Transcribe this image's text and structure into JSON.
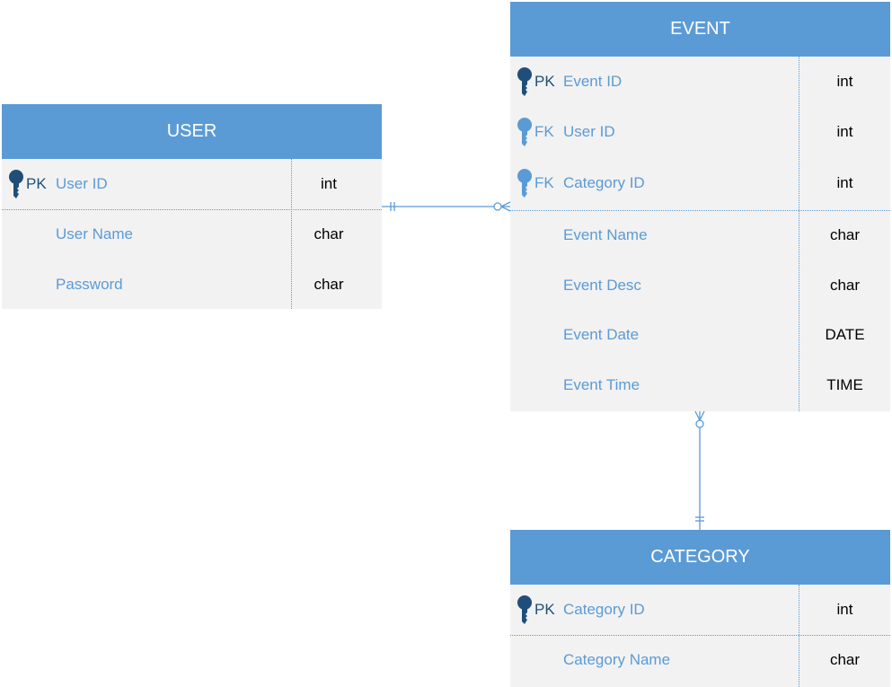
{
  "entities": {
    "user": {
      "title": "USER",
      "fields": [
        {
          "key": "PK",
          "name": "User ID",
          "type": "int"
        },
        {
          "key": "",
          "name": "User Name",
          "type": "char"
        },
        {
          "key": "",
          "name": "Password",
          "type": "char"
        }
      ]
    },
    "event": {
      "title": "EVENT",
      "fields": [
        {
          "key": "PK",
          "name": "Event ID",
          "type": "int"
        },
        {
          "key": "FK",
          "name": "User ID",
          "type": "int"
        },
        {
          "key": "FK",
          "name": "Category ID",
          "type": "int"
        },
        {
          "key": "",
          "name": "Event Name",
          "type": "char"
        },
        {
          "key": "",
          "name": "Event Desc",
          "type": "char"
        },
        {
          "key": "",
          "name": "Event Date",
          "type": "DATE"
        },
        {
          "key": "",
          "name": "Event Time",
          "type": "TIME"
        }
      ]
    },
    "category": {
      "title": "CATEGORY",
      "fields": [
        {
          "key": "PK",
          "name": "Category ID",
          "type": "int"
        },
        {
          "key": "",
          "name": "Category Name",
          "type": "char"
        }
      ]
    }
  },
  "relationships": [
    {
      "from": "USER",
      "to": "EVENT",
      "from_cardinality": "one-and-only-one",
      "to_cardinality": "zero-or-many"
    },
    {
      "from": "CATEGORY",
      "to": "EVENT",
      "from_cardinality": "one-and-only-one",
      "to_cardinality": "zero-or-many"
    }
  ],
  "colors": {
    "header": "#5b9bd5",
    "body": "#f2f2f2",
    "pk_icon": "#1f4e79",
    "fk_icon": "#5b9bd5",
    "field_text": "#5b9bd5"
  },
  "icons": {
    "pk": "key-icon",
    "fk": "key-icon"
  }
}
